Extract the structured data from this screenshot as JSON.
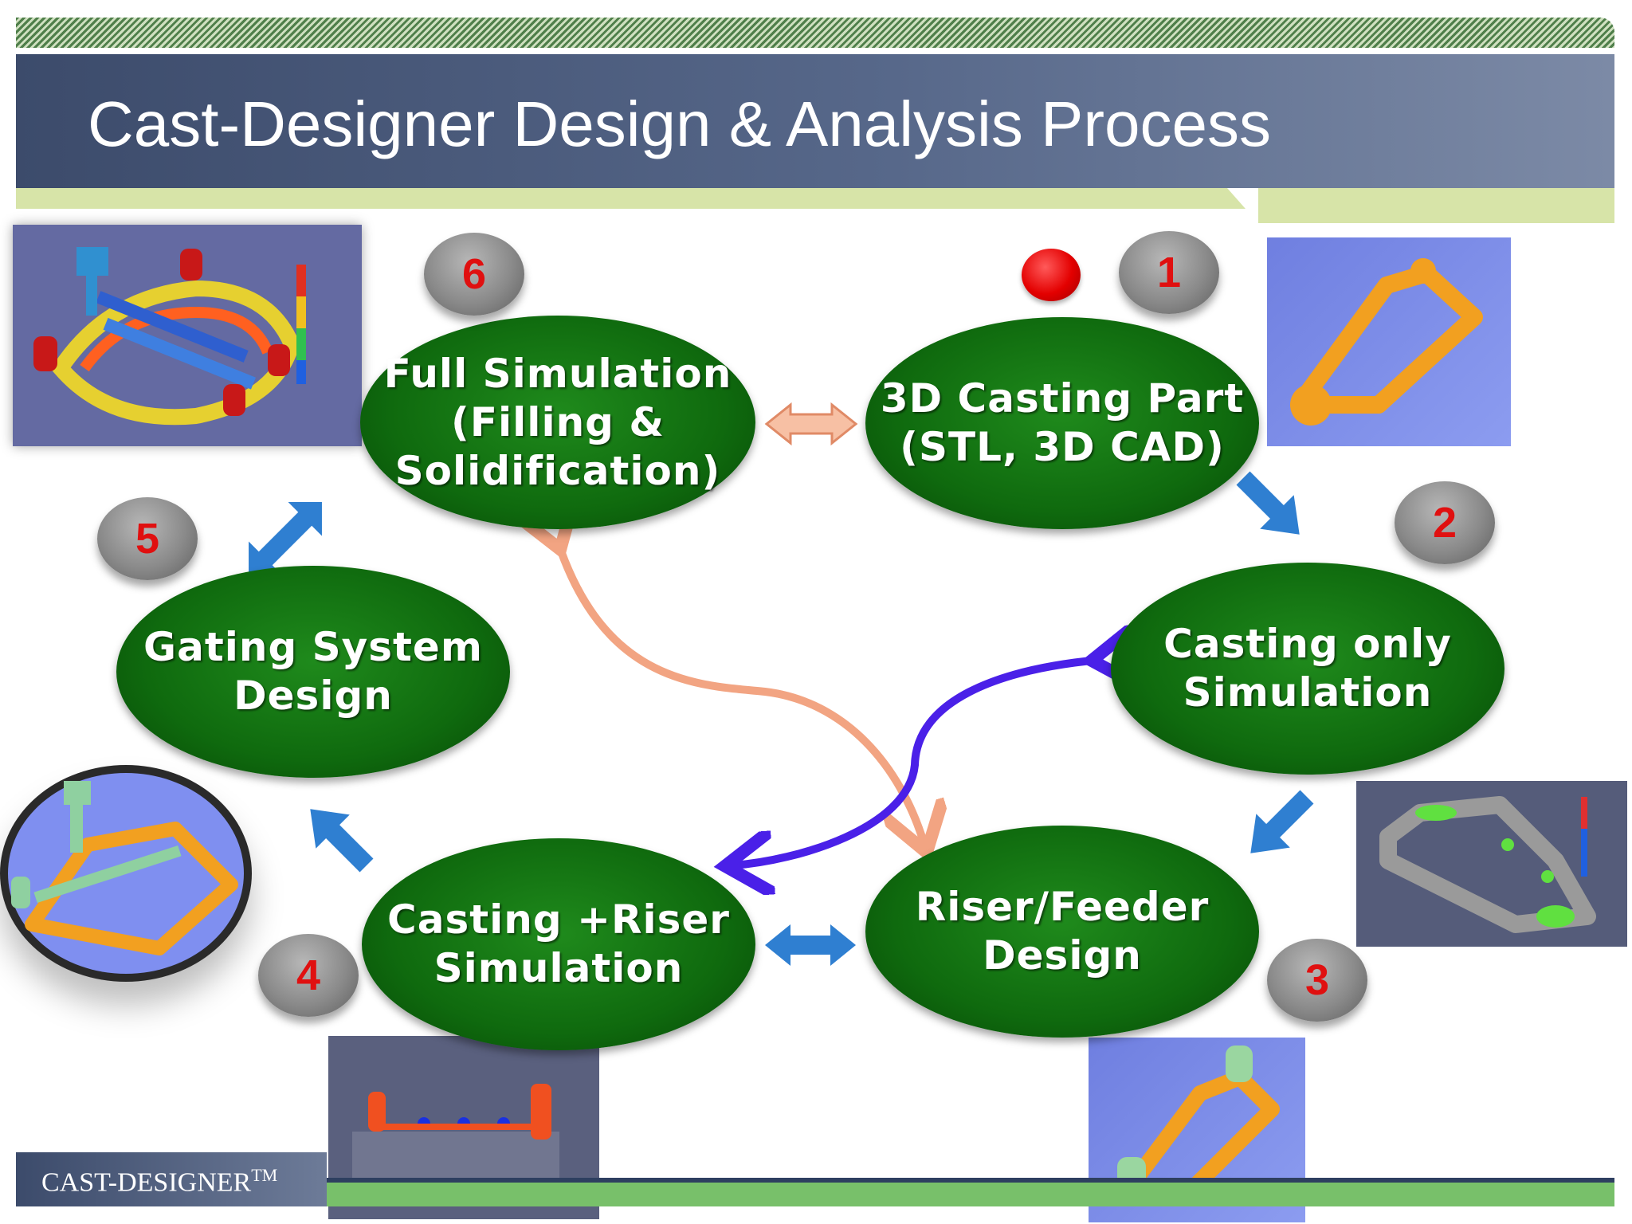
{
  "slide": {
    "title": "Cast-Designer Design & Analysis Process",
    "footer_brand": "CAST-DESIGNER",
    "footer_tm": "TM"
  },
  "nodes": [
    {
      "id": "3d-casting-part",
      "label": "3D Casting Part\n(STL, 3D CAD)",
      "step": "1"
    },
    {
      "id": "casting-only-simulation",
      "label": "Casting only\nSimulation",
      "step": "2"
    },
    {
      "id": "riser-feeder-design",
      "label": "Riser/Feeder\nDesign",
      "step": "3"
    },
    {
      "id": "casting-riser-simulation",
      "label": "Casting +Riser\nSimulation",
      "step": "4"
    },
    {
      "id": "gating-system-design",
      "label": "Gating System\nDesign",
      "step": "5"
    },
    {
      "id": "full-simulation",
      "label": "Full Simulation\n(Filling &\nSolidification)",
      "step": "6"
    }
  ],
  "colors": {
    "node_green": "#0f6a0e",
    "flow_arrow_blue": "#2f7fd1",
    "salmon_arrow": "#f2a482",
    "purple_arrow": "#4a20e8",
    "badge_number": "#e01010",
    "title_bar": "#3c4b6b"
  },
  "icons": {
    "status_dot": "red-dot-icon"
  }
}
